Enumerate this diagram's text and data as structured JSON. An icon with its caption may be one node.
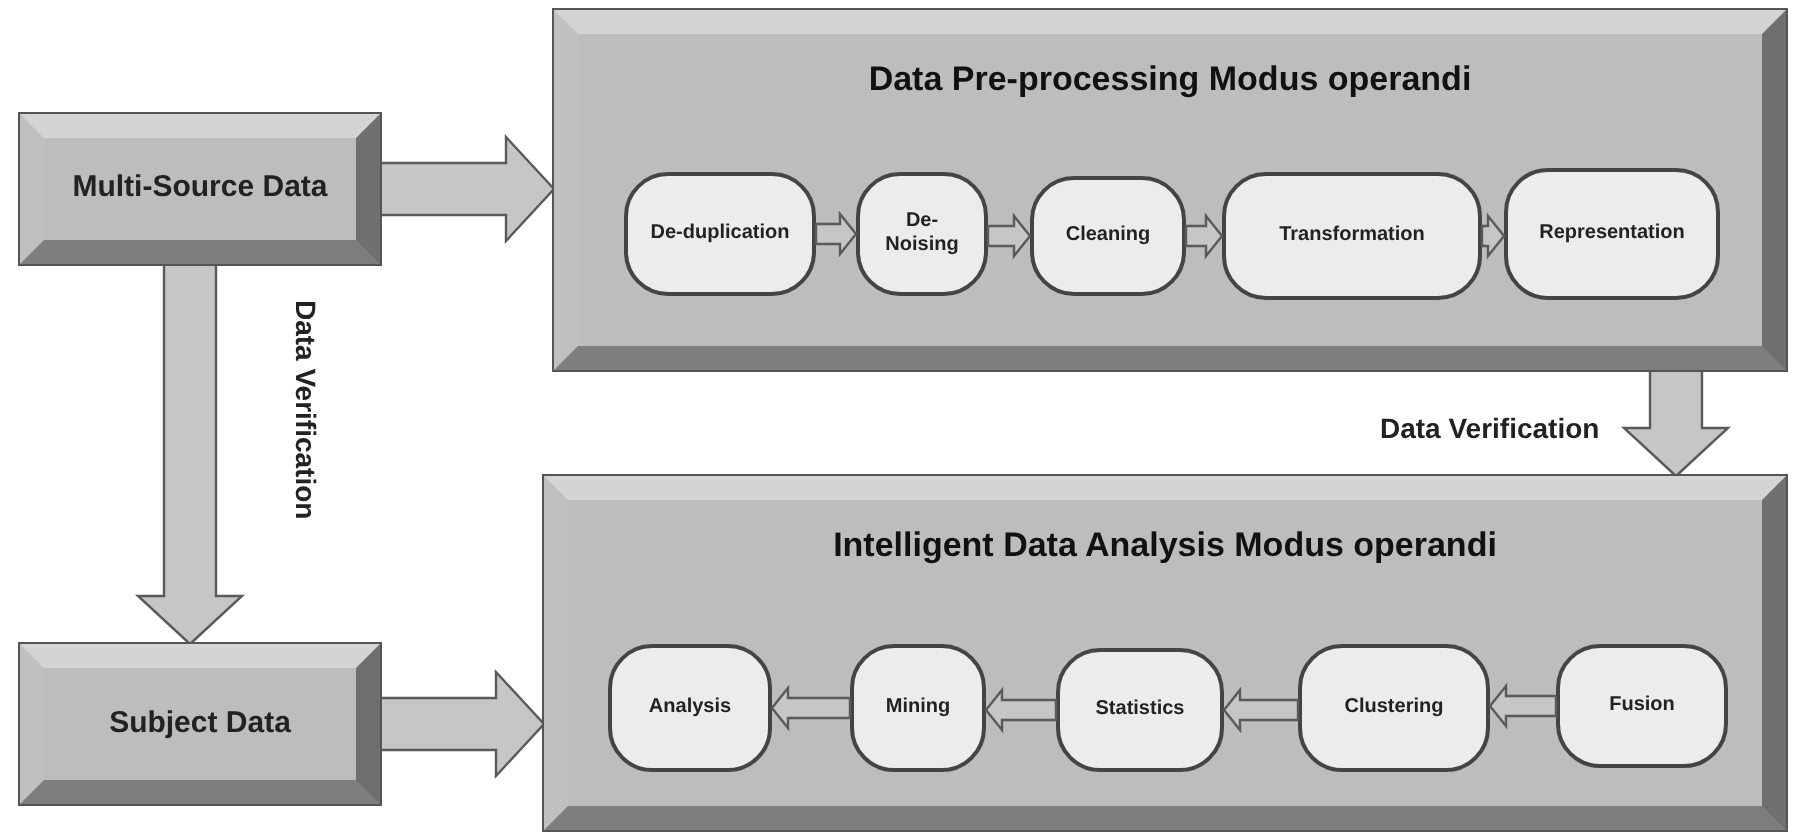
{
  "diagram": {
    "nodes": [
      {
        "text": [
          "Multi-Source Data"
        ]
      },
      {
        "text": [
          "Subject Data"
        ]
      },
      {
        "text": [
          "Data Pre-processing Modus operandi"
        ]
      },
      {
        "text": [
          "De-duplication"
        ],
        "in": 2
      },
      {
        "text": [
          "De-Noising"
        ],
        "in": 2
      },
      {
        "text": [
          "Cleaning"
        ],
        "in": 2
      },
      {
        "text": [
          "Transformation"
        ],
        "in": 2
      },
      {
        "text": [
          "Representation"
        ],
        "in": 2
      },
      {
        "text": [
          "Intelligent Data Analysis Modus operandi"
        ]
      },
      {
        "text": [
          "Analysis"
        ],
        "in": 8
      },
      {
        "text": [
          "Mining"
        ],
        "in": 8
      },
      {
        "text": [
          "Statistics"
        ],
        "in": 8
      },
      {
        "text": [
          "Clustering"
        ],
        "in": 8
      },
      {
        "text": [
          "Fusion"
        ],
        "in": 8
      }
    ],
    "edges": [
      {
        "from": 0,
        "to": 2,
        "arrow": "to"
      },
      {
        "from": 0,
        "to": 1,
        "arrow": "to",
        "label": "Data Verification"
      },
      {
        "from": 3,
        "to": 4,
        "arrow": "to"
      },
      {
        "from": 4,
        "to": 5,
        "arrow": "to"
      },
      {
        "from": 5,
        "to": 6,
        "arrow": "to"
      },
      {
        "from": 6,
        "to": 7,
        "arrow": "to"
      },
      {
        "from": 2,
        "to": 8,
        "arrow": "to",
        "label": "Data Verification"
      },
      {
        "from": 1,
        "to": 8,
        "arrow": "to"
      },
      {
        "from": 13,
        "to": 12,
        "arrow": "to"
      },
      {
        "from": 12,
        "to": 11,
        "arrow": "to"
      },
      {
        "from": 11,
        "to": 10,
        "arrow": "to"
      },
      {
        "from": 10,
        "to": 9,
        "arrow": "to"
      }
    ]
  }
}
